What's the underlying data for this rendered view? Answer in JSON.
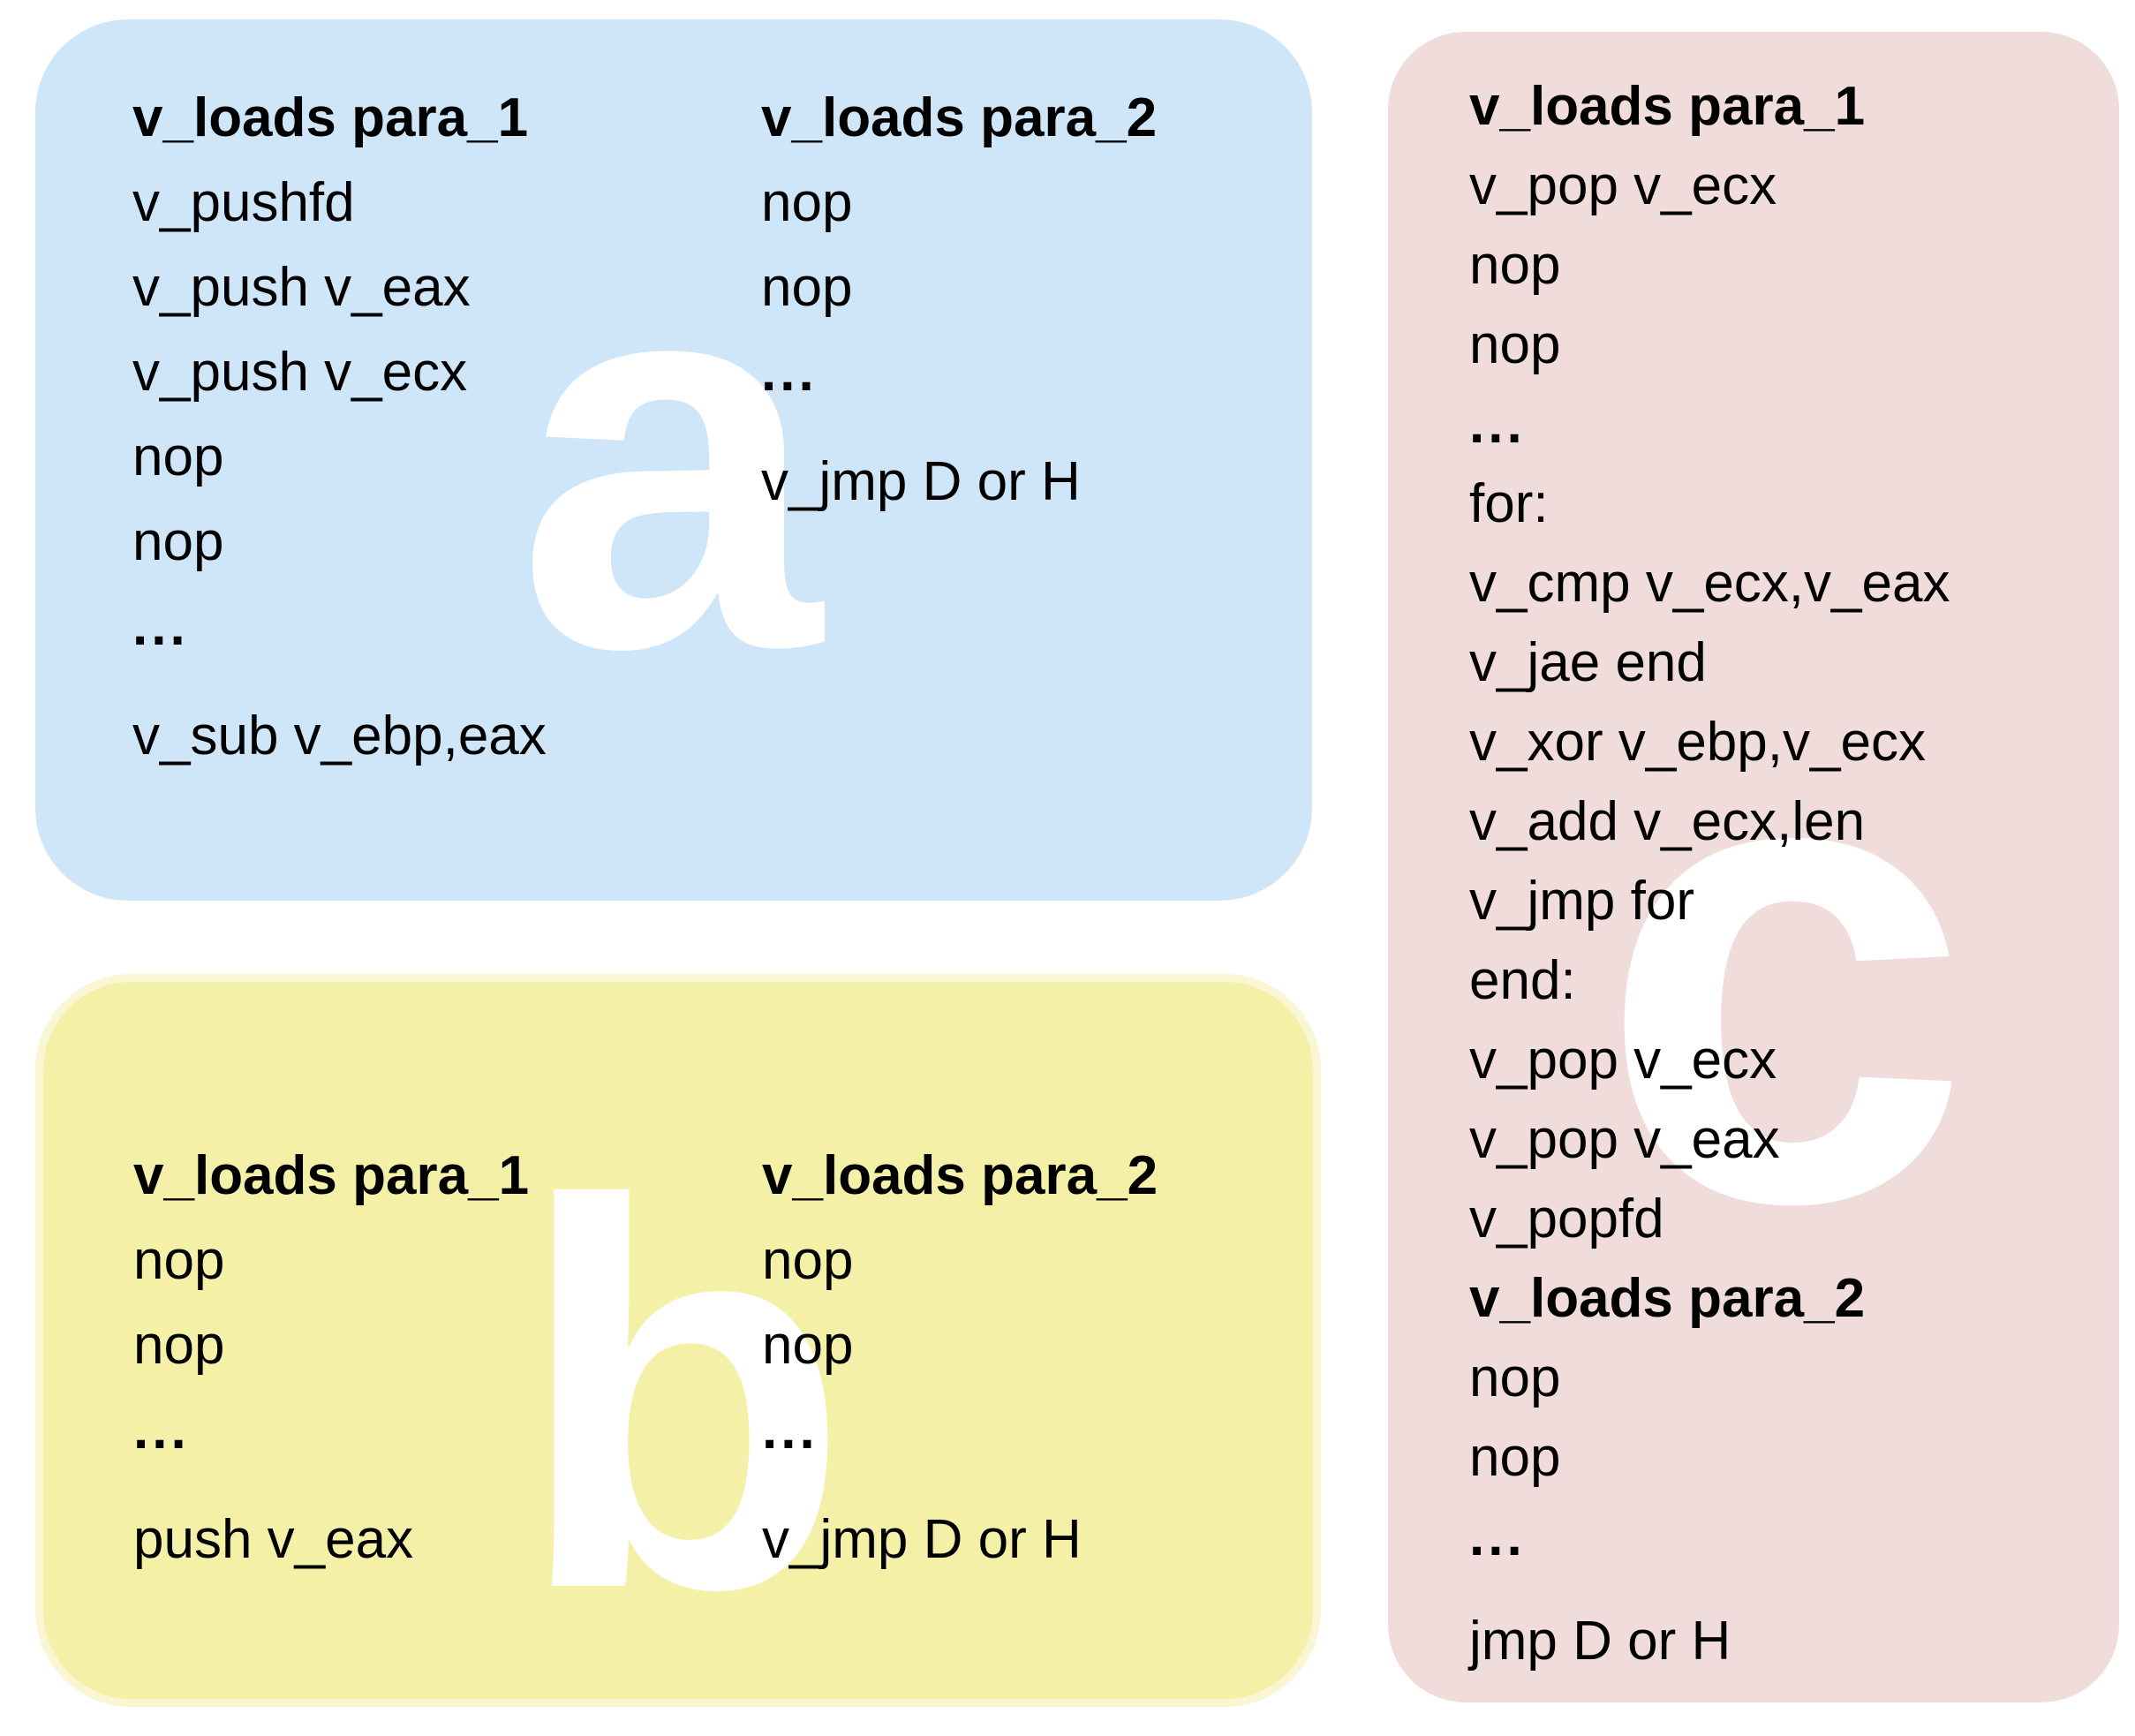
{
  "colors": {
    "panel-a-bg": "#cfe6f8",
    "panel-b-bg": "#f5f0a8",
    "panel-b-rim": "#faf6d4",
    "panel-c-bg": "#f0dddb",
    "code-text": "#000000",
    "watermark": "#ffffff",
    "page-bg": "#ffffff"
  },
  "panels": [
    {
      "watermark": "a",
      "columns": [
        {
          "lines": [
            {
              "text": "v_loads para_1",
              "bold": true
            },
            {
              "text": "v_pushfd"
            },
            {
              "text": "v_push v_eax"
            },
            {
              "text": "v_push v_ecx"
            },
            {
              "text": "nop"
            },
            {
              "text": "nop"
            },
            {
              "text": "...",
              "ellipsis": true
            },
            {
              "spacer": true
            },
            {
              "text": "v_sub v_ebp,eax"
            }
          ]
        },
        {
          "lines": [
            {
              "text": "v_loads para_2",
              "bold": true
            },
            {
              "text": "nop"
            },
            {
              "text": "nop"
            },
            {
              "text": "...",
              "ellipsis": true
            },
            {
              "spacer": true
            },
            {
              "text": "v_jmp D or H"
            }
          ]
        }
      ]
    },
    {
      "watermark": "b",
      "columns": [
        {
          "lines": [
            {
              "text": "v_loads para_1",
              "bold": true
            },
            {
              "text": "nop"
            },
            {
              "text": "nop"
            },
            {
              "text": "...",
              "ellipsis": true
            },
            {
              "spacer": true
            },
            {
              "text": "push v_eax"
            }
          ]
        },
        {
          "lines": [
            {
              "text": "v_loads para_2",
              "bold": true
            },
            {
              "text": "nop"
            },
            {
              "text": "nop"
            },
            {
              "text": "...",
              "ellipsis": true
            },
            {
              "spacer": true
            },
            {
              "text": "v_jmp D or H"
            }
          ]
        }
      ]
    },
    {
      "watermark": "c",
      "columns": [
        {
          "lines": [
            {
              "text": "v_loads para_1",
              "bold": true
            },
            {
              "text": "v_pop v_ecx"
            },
            {
              "text": "nop"
            },
            {
              "text": "nop"
            },
            {
              "text": "...",
              "ellipsis": true
            },
            {
              "text": "for:"
            },
            {
              "text": "v_cmp v_ecx,v_eax"
            },
            {
              "text": "v_jae end"
            },
            {
              "text": "v_xor v_ebp,v_ecx"
            },
            {
              "text": "v_add v_ecx,len"
            },
            {
              "text": "v_jmp for"
            },
            {
              "text": "end:"
            },
            {
              "text": "v_pop v_ecx"
            },
            {
              "text": "v_pop v_eax"
            },
            {
              "text": "v_popfd"
            },
            {
              "text": "v_loads para_2",
              "bold": true
            },
            {
              "text": "nop"
            },
            {
              "text": "nop"
            },
            {
              "text": "...",
              "ellipsis": true
            },
            {
              "spacer": true
            },
            {
              "text": "jmp D or H"
            }
          ]
        }
      ]
    }
  ]
}
